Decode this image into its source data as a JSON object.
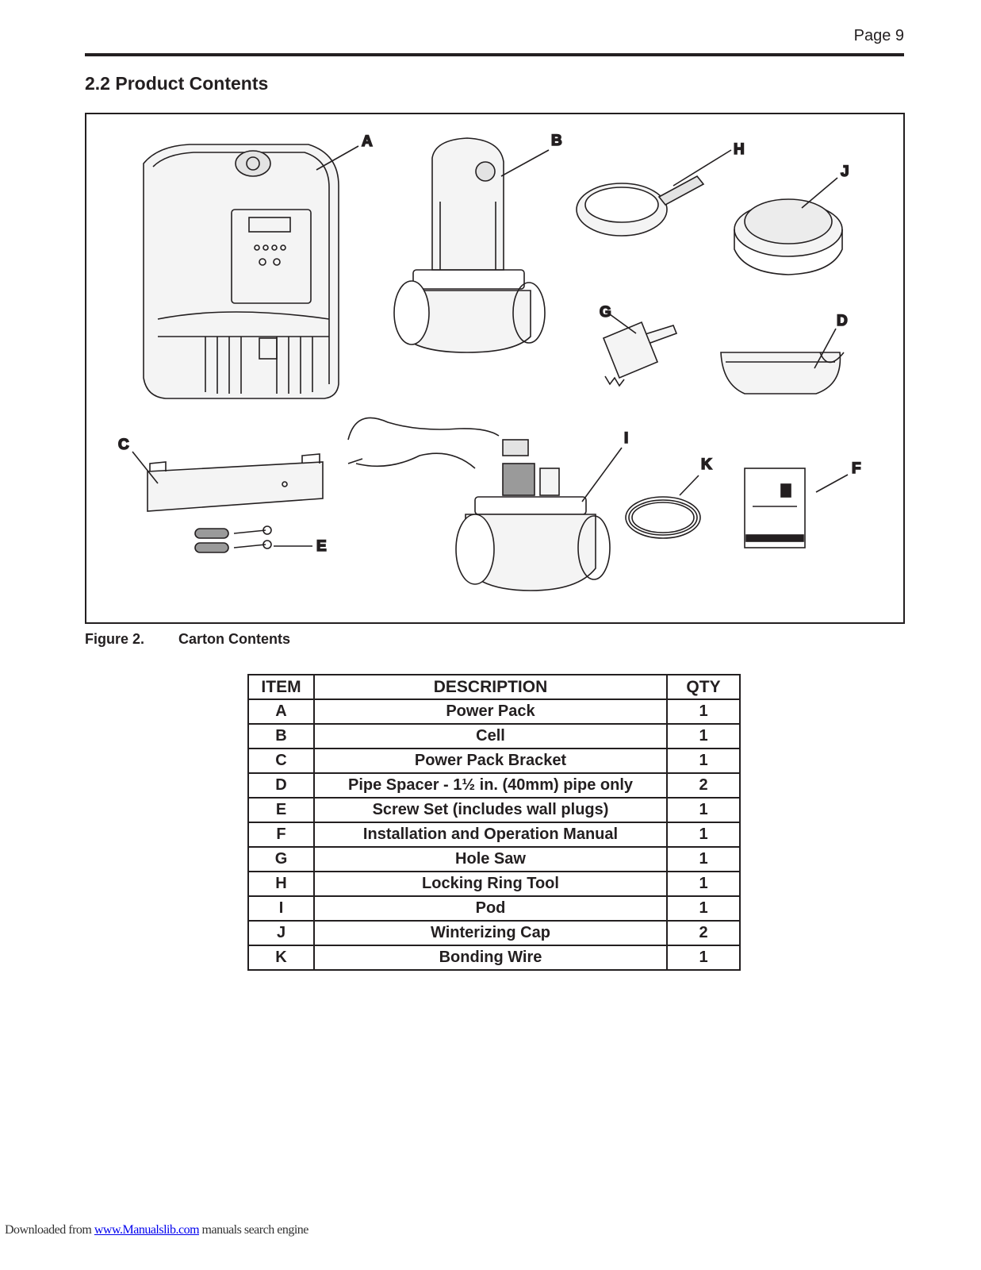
{
  "header": {
    "page_number": "Page 9"
  },
  "section": {
    "title": "2.2  Product Contents"
  },
  "figure": {
    "labels": {
      "A": "A",
      "B": "B",
      "C": "C",
      "D": "D",
      "E": "E",
      "F": "F",
      "G": "G",
      "H": "H",
      "I": "I",
      "J": "J",
      "K": "K"
    },
    "caption_number": "Figure 2.",
    "caption_text": "Carton Contents"
  },
  "table": {
    "headers": {
      "item": "ITEM",
      "description": "DESCRIPTION",
      "qty": "QTY"
    },
    "rows": [
      {
        "item": "A",
        "description": "Power Pack",
        "qty": "1"
      },
      {
        "item": "B",
        "description": "Cell",
        "qty": "1"
      },
      {
        "item": "C",
        "description": "Power Pack Bracket",
        "qty": "1"
      },
      {
        "item": "D",
        "description": "Pipe Spacer - 1½ in. (40mm) pipe only",
        "qty": "2"
      },
      {
        "item": "E",
        "description": "Screw Set (includes wall plugs)",
        "qty": "1"
      },
      {
        "item": "F",
        "description": "Installation and Operation Manual",
        "qty": "1"
      },
      {
        "item": "G",
        "description": "Hole Saw",
        "qty": "1"
      },
      {
        "item": "H",
        "description": "Locking Ring Tool",
        "qty": "1"
      },
      {
        "item": "I",
        "description": "Pod",
        "qty": "1"
      },
      {
        "item": "J",
        "description": "Winterizing Cap",
        "qty": "2"
      },
      {
        "item": "K",
        "description": "Bonding Wire",
        "qty": "1"
      }
    ]
  },
  "footer": {
    "prefix": "Downloaded from ",
    "link_text": "www.Manualslib.com",
    "suffix": " manuals search engine"
  }
}
